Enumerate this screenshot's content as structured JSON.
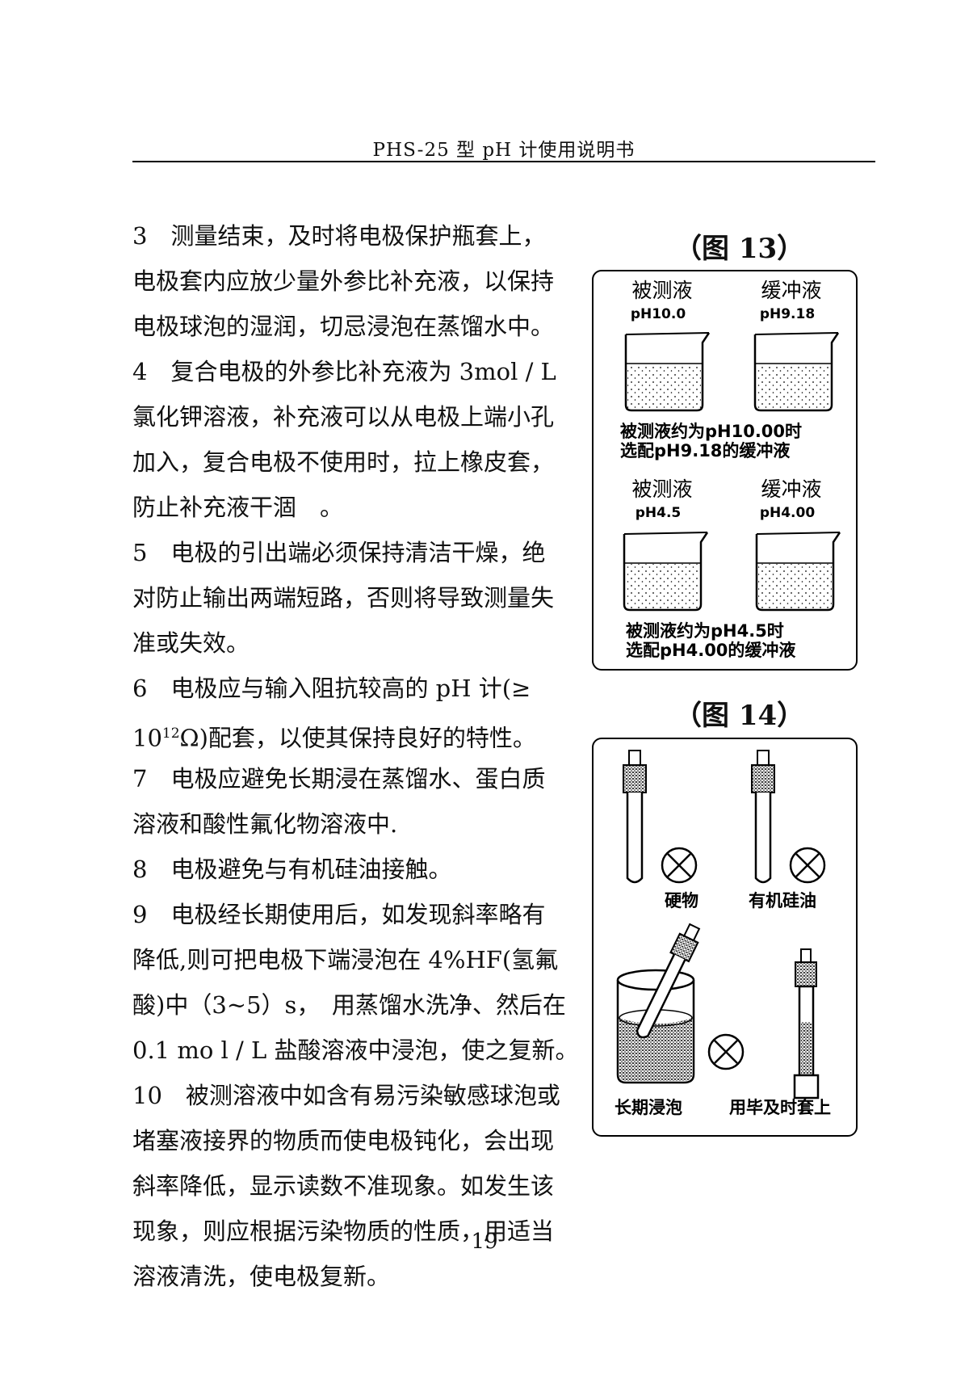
{
  "header": {
    "title": "PHS-25 型 pH 计使用说明书"
  },
  "body_lines": [
    "3　测量结束，及时将电极保护瓶套上，",
    "电极套内应放少量外参比补充液，以保持",
    "电极球泡的湿润，切忌浸泡在蒸馏水中。",
    "4　复合电极的外参比补充液为 3mol / L",
    "氯化钾溶液，补充液可以从电极上端小孔",
    "加入，复合电极不使用时，拉上橡皮套，",
    "防止补充液干涸　。",
    "5　电极的引出端必须保持清洁干燥，绝",
    "对防止输出两端短路，否则将导致测量失",
    "准或失效。",
    "6　电极应与输入阻抗较高的 pH 计(≥",
    "",
    "7　电极应避免长期浸在蒸馏水、蛋白质",
    "溶液和酸性氟化物溶液中.",
    "8　电极避免与有机硅油接触。",
    "9　电极经长期使用后，如发现斜率略有",
    "降低,则可把电极下端浸泡在 4%HF(氢氟",
    "酸)中（3~5）s，　用蒸馏水洗净、然后在",
    "0.1 mo l / L 盐酸溶液中浸泡，使之复新。",
    "10　被测溶液中如含有易污染敏感球泡或",
    "堵塞液接界的物质而使电极钝化，会出现",
    "斜率降低，显示读数不准现象。如发生该",
    "现象，则应根据污染物质的性质，用适当",
    "溶液清洗，使电极复新。"
  ],
  "line_12": {
    "base": "10",
    "exponent": "12",
    "rest": "Ω)配套，以使其保持良好的特性。"
  },
  "figure13": {
    "caption": "（图 13）",
    "row1": {
      "left_label": "被测液",
      "left_ph": "pH10.0",
      "right_label": "缓冲液",
      "right_ph": "pH9.18",
      "note_line1": "被测液约为pH10.00时",
      "note_line2": "选配pH9.18的缓冲液"
    },
    "row2": {
      "left_label": "被测液",
      "left_ph": "pH4.5",
      "right_label": "缓冲液",
      "right_ph": "pH4.00",
      "note_line1": "被测液约为pH4.5时",
      "note_line2": "选配pH4.00的缓冲液"
    }
  },
  "figure14": {
    "caption": "（图 14）",
    "label_hard": "硬物",
    "label_silicone": "有机硅油",
    "label_soak": "长期浸泡",
    "label_cap": "用毕及时套上"
  },
  "page_number": "19"
}
